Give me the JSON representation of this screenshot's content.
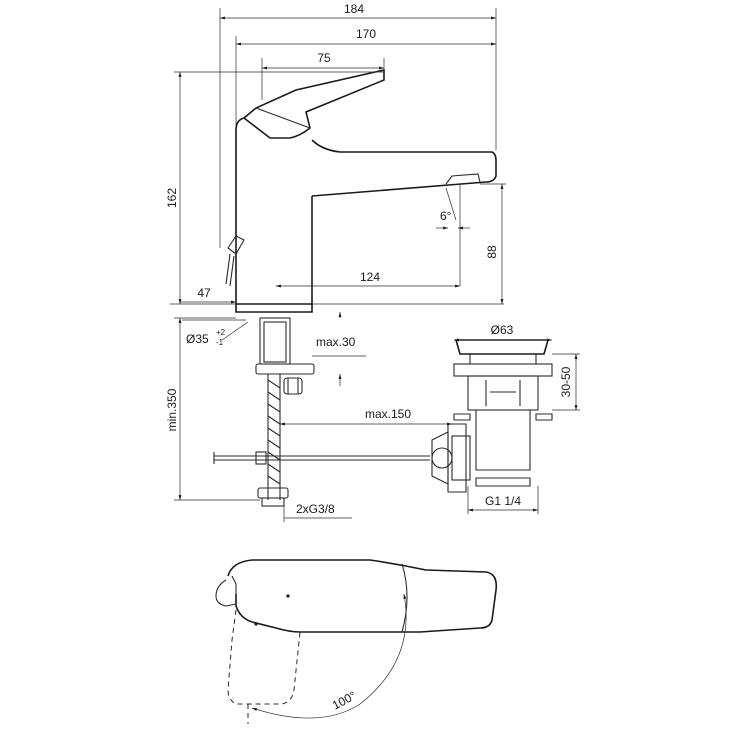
{
  "dimensions": {
    "total_width": "184",
    "spout_reach": "170",
    "lever_length": "75",
    "height": "162",
    "spout_height": "88",
    "spout_angle": "6°",
    "spout_offset": "124",
    "base_depth": "47",
    "hole_diameter": "Ø35",
    "hole_tol_upper": "+2",
    "hole_tol_lower": "-1",
    "max_30": "max.30",
    "max_150": "max.150",
    "min_350": "min.350",
    "hoses": "2xG3/8",
    "waste_diameter": "Ø63",
    "waste_range": "30-50",
    "waste_thread": "G1 1/4",
    "lever_rotation": "100°"
  },
  "colors": {
    "line": "#1a1a1a",
    "background": "#ffffff"
  }
}
